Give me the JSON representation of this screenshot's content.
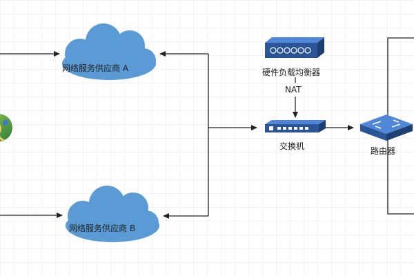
{
  "nodes": {
    "isp_a": {
      "label": "网络服务供应商 A"
    },
    "isp_b": {
      "label": "网络服务供应商 B"
    },
    "load_balancer": {
      "label": "硬件负载均衡器"
    },
    "nat_label": "NAT",
    "switch": {
      "label": "交换机"
    },
    "router": {
      "label": "路由器"
    }
  },
  "colors": {
    "cloud_fill": "#5b9bd5",
    "device_dark": "#2b5597",
    "device_light": "#4f86d6",
    "line": "#222222",
    "grid": "#e4e4e4"
  }
}
